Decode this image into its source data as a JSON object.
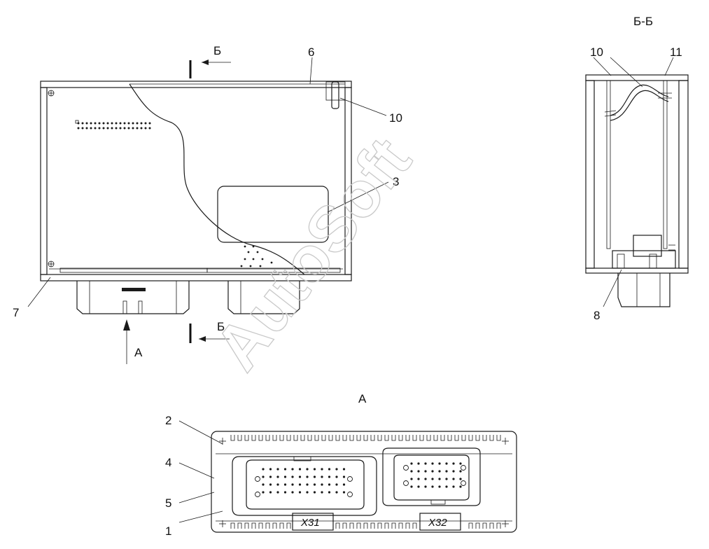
{
  "watermark": "AutoSoft",
  "section_title": "Б-Б",
  "view_title": "А",
  "section_marks": {
    "top": "Б",
    "bottom": "Б"
  },
  "arrow_view_label": "А",
  "callouts": {
    "main_view": {
      "n6": "6",
      "n10": "10",
      "n3": "3",
      "n7": "7"
    },
    "section_view": {
      "n10": "10",
      "n11": "11",
      "n8": "8"
    },
    "bottom_view": {
      "n2": "2",
      "n4": "4",
      "n5": "5",
      "n1": "1"
    }
  },
  "connectors": {
    "left": "X31",
    "right": "X32"
  },
  "colors": {
    "line": "#1a1a1a",
    "watermark": "#c9c9c9",
    "background": "#ffffff"
  }
}
